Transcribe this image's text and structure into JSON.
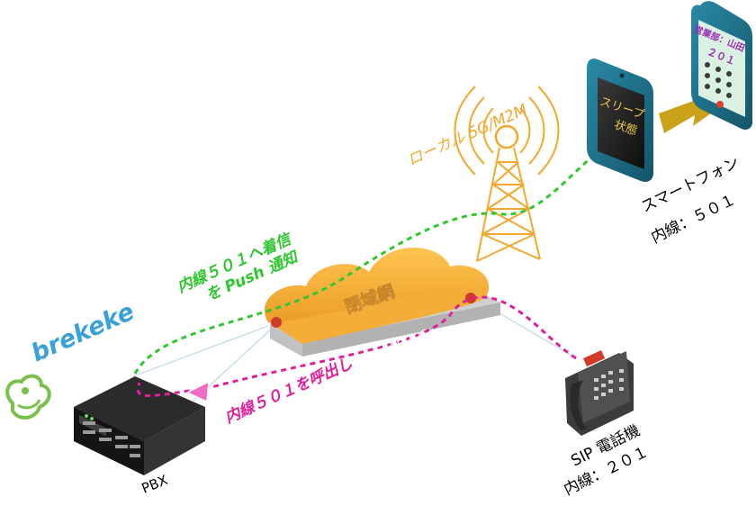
{
  "labels": {
    "local5g": "ローカル 5G/M2M",
    "push_line1": "内線５０１へ着信",
    "push_line2": "を Push 通知",
    "call_label": "内線５０１を呼出し",
    "closed_network": "閉域網",
    "protocol": "SIP/https",
    "pbx": "PBX",
    "brand": "brekeke",
    "smartphone_name": "スマートフォン",
    "smartphone_ext": "内線：５０１",
    "sip_phone_name": "SIP 電話機",
    "sip_phone_ext": "内線：２０１",
    "sleep_line1": "スリープ",
    "sleep_line2": "状態",
    "caller_display": "営業部：山田",
    "caller_number": "２０１"
  },
  "colors": {
    "push_path": "#2fc72f",
    "call_path": "#e0209a",
    "tower": "#f4a72c",
    "cloud": "#f6b13e",
    "brand": "#3aa0d8",
    "phone_body": "#1f6e86",
    "arrow_big": "#c9a21a"
  }
}
